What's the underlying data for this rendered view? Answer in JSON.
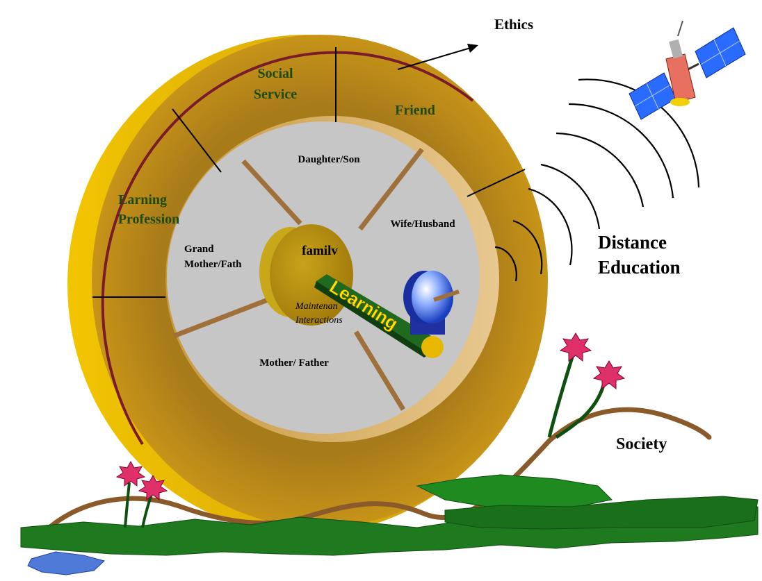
{
  "labels": {
    "ethics": "Ethics",
    "social_service_line1": "Social",
    "social_service_line2": "Service",
    "friend": "Friend",
    "earning_line1": "Earning",
    "earning_line2": "Profession",
    "daughter_son": "Daughter/Son",
    "wife_husband": "Wife/Husband",
    "grand_line1": "Grand",
    "grand_line2": "Mother/Fath",
    "mother_father": "Mother/ Father",
    "family": "familv",
    "maintenance": "Maintenan",
    "interactions": "Interactions",
    "learning": "Learning",
    "distance_line1": "Distance",
    "distance_line2": "Education",
    "society": "Society"
  },
  "colors": {
    "wheel_gold": "#b8860b",
    "wheel_rim": "#e0b000",
    "inner_gray": "#c8c8c8",
    "spoke": "#a0703a",
    "hub": "#b08a10",
    "rod": "#1f5f1f",
    "grass": "#1e7a1e",
    "path": "#8b5a2b",
    "flower": "#e0306a",
    "satellite_panel": "#2a6cff",
    "text_green": "#1f4a0f"
  }
}
